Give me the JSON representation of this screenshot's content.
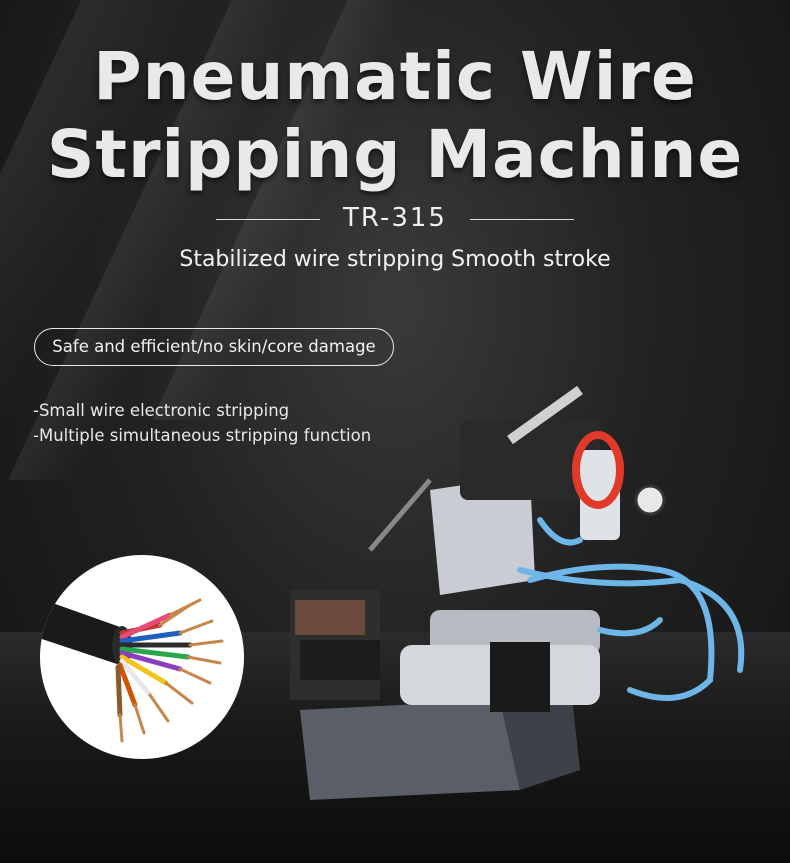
{
  "title": {
    "line1": "Pneumatic Wire",
    "line2": "Stripping Machine"
  },
  "model": "TR-315",
  "subtitle": "Stabilized wire stripping Smooth stroke",
  "badge": "Safe and efficient/no skin/core damage",
  "features": [
    "-Small wire electronic stripping",
    "-Multiple simultaneous stripping function"
  ],
  "colors": {
    "background": "#1e1e1e",
    "text": "#e9e9e9",
    "hose": "#6fb6e8",
    "regulator": "#e23a2a"
  },
  "images": {
    "cable": "multi-core-cable",
    "machine": "pneumatic-wire-stripping-machine"
  }
}
